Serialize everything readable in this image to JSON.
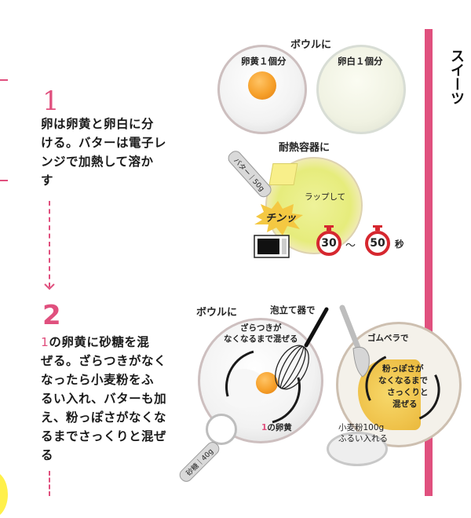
{
  "section": {
    "title": "スイーツ",
    "accent_color": "#e0507e"
  },
  "steps": [
    {
      "number": "1",
      "text": "卵は卵黄と卵白に分ける。バターは電子レンジで加熱して溶かす",
      "lines": [
        "卵は卵黄と卵白に分",
        "ける。バターは電子レ",
        "ンジで加熱して溶か",
        "す"
      ]
    },
    {
      "number": "2",
      "ref": "1",
      "lines": [
        "の卵黄に砂糖を混",
        "ぜる。ざらつきがなく",
        "なったら小麦粉をふ",
        "るい入れ、バターも加",
        "え、粉っぽさがなくな",
        "るまでさっくりと混ぜ",
        "る"
      ]
    }
  ],
  "illustration1": {
    "heading": "ボウルに",
    "bowl_left_label": "卵黄１個分",
    "bowl_right_label": "卵白１個分",
    "container_heading": "耐熱容器に",
    "butter_spoon": "バター｜50g",
    "wrap_label": "ラップして",
    "sound_effect": "チンッ",
    "timer_min": "30",
    "timer_sep": "〜",
    "timer_max": "50",
    "timer_unit": "秒"
  },
  "illustration2": {
    "heading": "ボウルに",
    "whisk_label": "泡立て器で",
    "mix_instruction_1": "ざらつきが",
    "mix_instruction_2": "なくなるまで混ぜる",
    "yolk_ref_num": "1",
    "yolk_ref_text": "の卵黄",
    "sugar_spoon": "砂糖｜40g",
    "spatula_label": "ゴムベラで",
    "fold_1": "粉っぽさが",
    "fold_2": "なくなるまで",
    "fold_3": "さっくりと",
    "fold_4": "混ぜる",
    "flour_1": "小麦粉100g",
    "flour_2": "ふるい入れる"
  }
}
